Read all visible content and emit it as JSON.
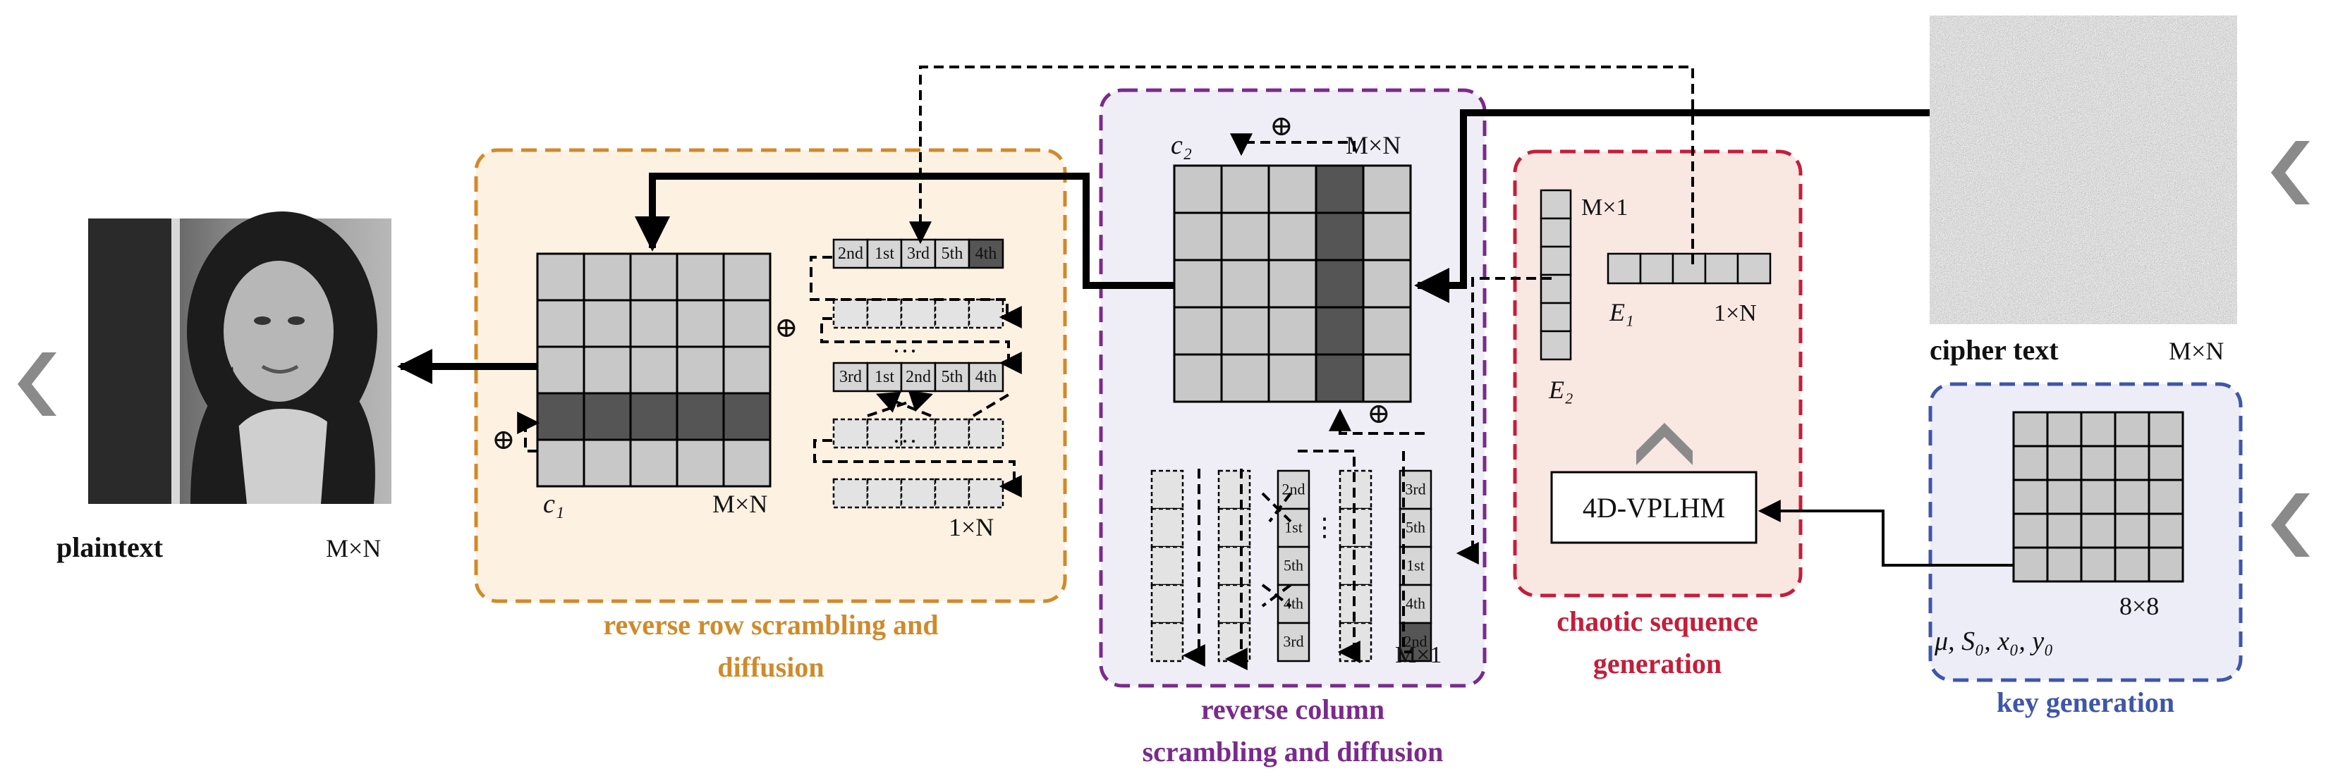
{
  "labels": {
    "plaintext": "plaintext",
    "plaintext_size": "M×N",
    "cipher_text": "cipher text",
    "cipher_size": "M×N",
    "key_size": "8×8",
    "key_params": "μ, S₀, x₀, y₀",
    "system": "4D-VPLHM",
    "c1": "c₁",
    "c1_size": "M×N",
    "c2": "c₂",
    "c2_size": "M×N",
    "row_vec_size": "1×N",
    "col_vec_size": "M×1",
    "e1": "E₁",
    "e1_size": "1×N",
    "e2": "E₂",
    "e2_size": "M×1",
    "xor": "⊕"
  },
  "stages": {
    "row": {
      "line1": "reverse row scrambling and",
      "line2": "diffusion"
    },
    "column": {
      "line1": "reverse column",
      "line2": "scrambling and diffusion"
    },
    "chaotic": {
      "line1": "chaotic sequence",
      "line2": "generation"
    },
    "key": {
      "line1": "key generation"
    }
  },
  "row_order": {
    "top": [
      "2nd",
      "1st",
      "3rd",
      "5th",
      "4th"
    ],
    "middle": [
      "3rd",
      "1st",
      "2nd",
      "5th",
      "4th"
    ]
  },
  "col_order": {
    "right": [
      "3rd",
      "5th",
      "1st",
      "4th",
      "2nd"
    ],
    "middle": [
      "2nd",
      "1st",
      "5th",
      "4th",
      "3rd"
    ]
  },
  "colors": {
    "row_stage": "#d08a2a",
    "row_fill": "#fdf1e2",
    "column_stage": "#7b2a8c",
    "column_fill": "#efedf6",
    "chaotic_stage": "#c41e3a",
    "chaotic_fill": "#f9e7e2",
    "key_stage": "#3f56a8",
    "key_fill": "#ecedf7",
    "cell_light": "#c8c8c8",
    "cell_dark": "#555555"
  }
}
